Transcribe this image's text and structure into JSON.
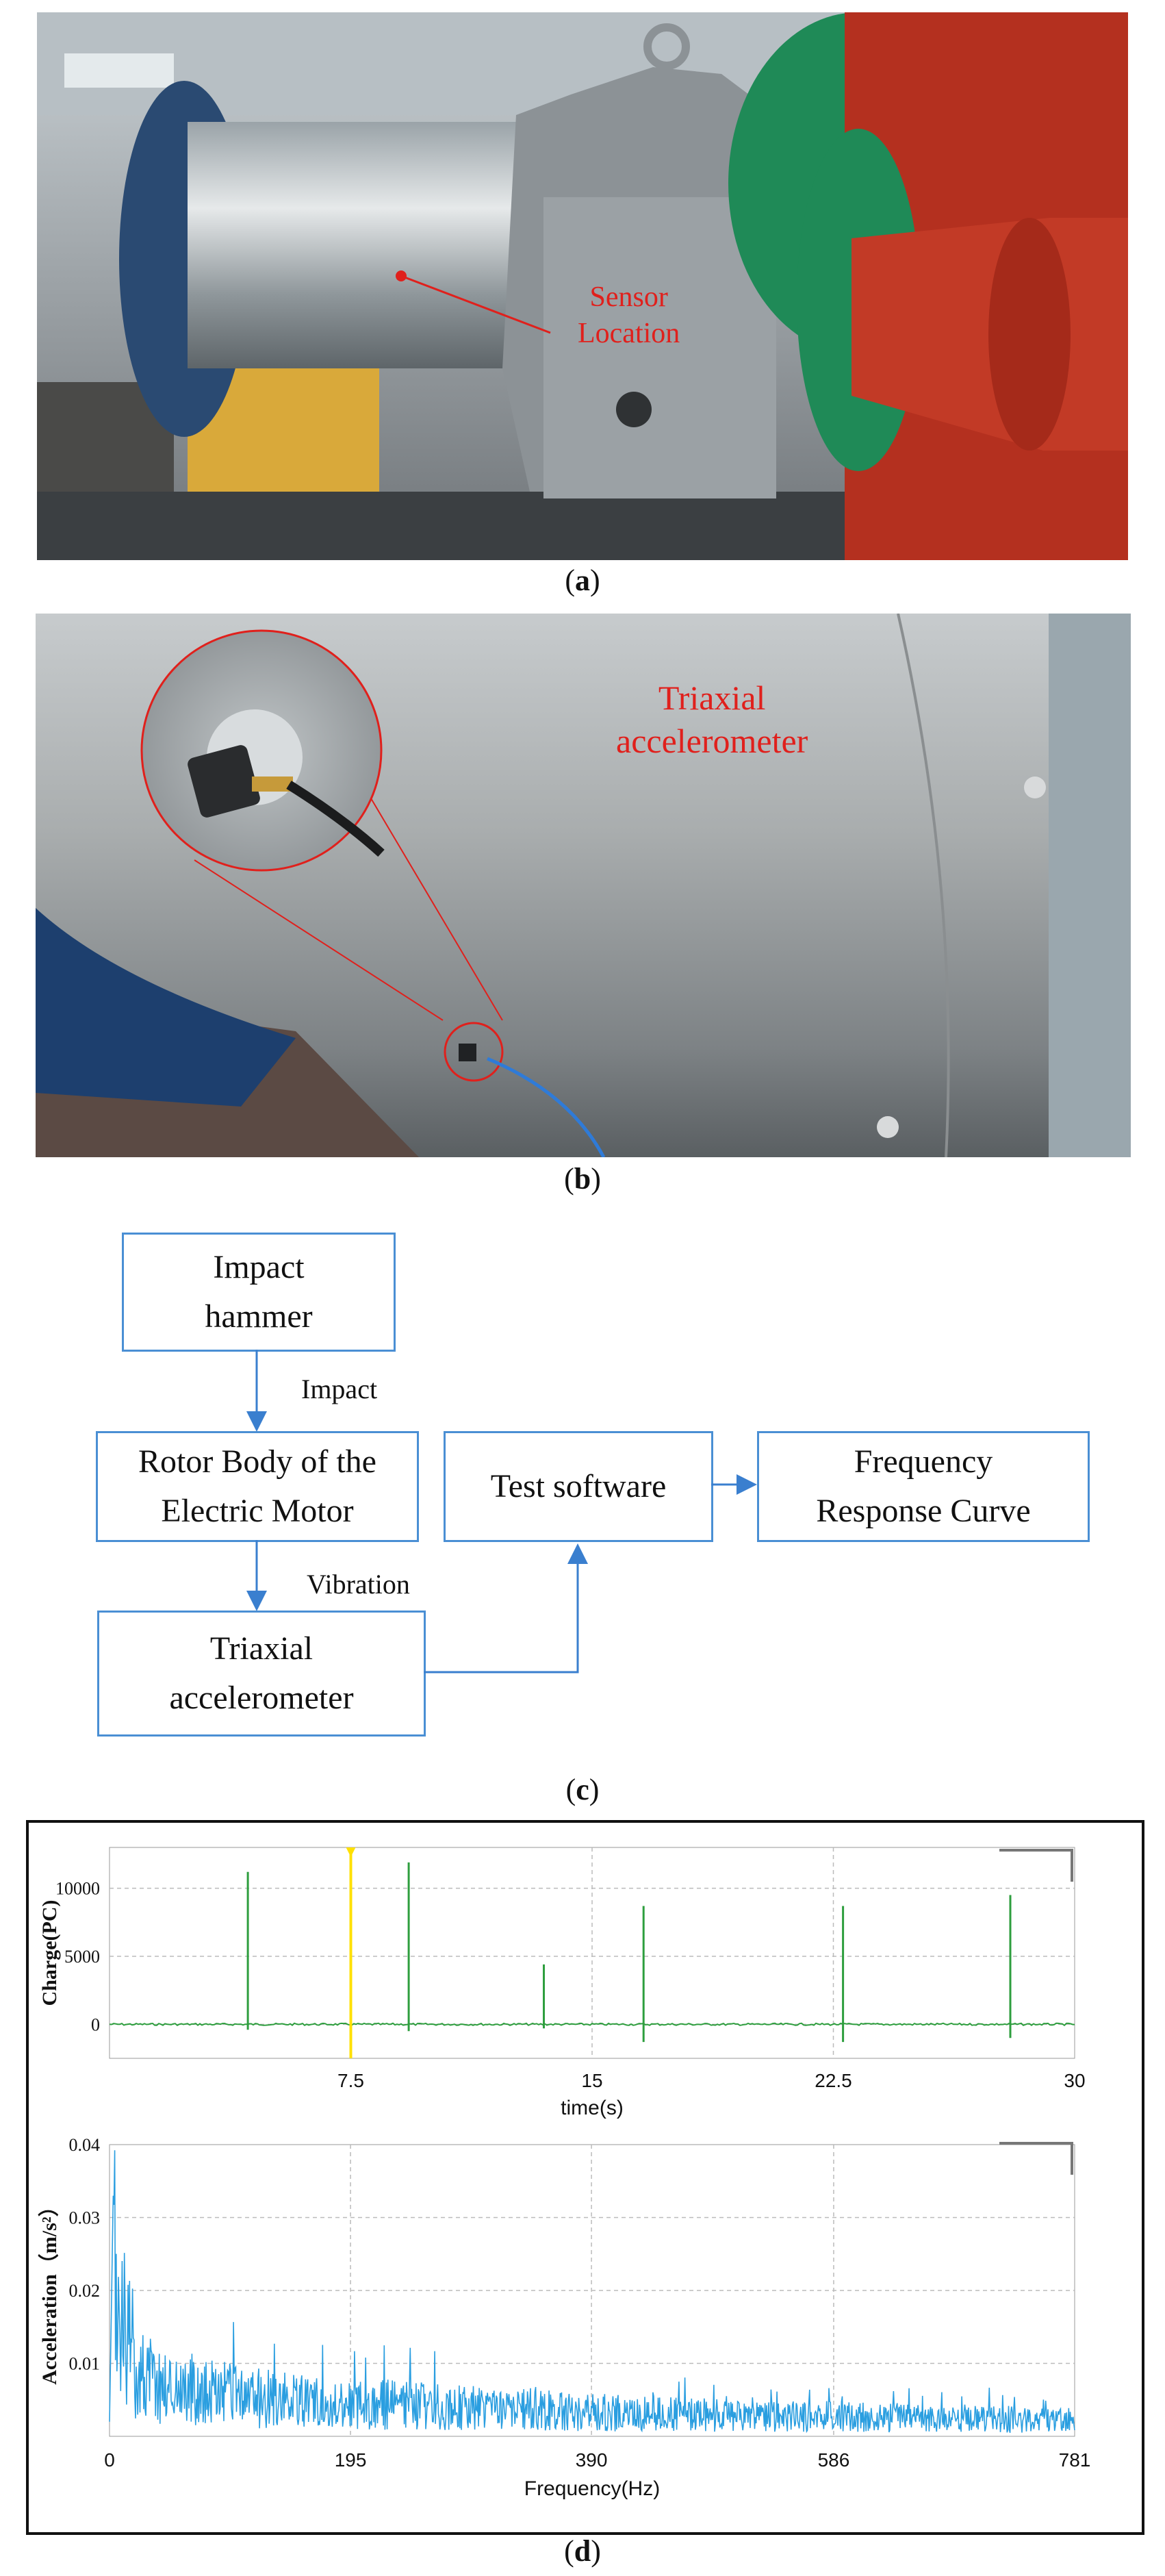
{
  "panel_a": {
    "annotation": [
      "Sensor",
      "Location"
    ],
    "caption": {
      "open": "(",
      "letter": "a",
      "close": ")"
    }
  },
  "panel_b": {
    "annotation": [
      "Triaxial",
      "accelerometer"
    ],
    "caption": {
      "open": "(",
      "letter": "b",
      "close": ")"
    }
  },
  "panel_c": {
    "boxes": {
      "hammer": [
        "Impact",
        "hammer"
      ],
      "rotor": [
        "Rotor Body of the",
        "Electric Motor"
      ],
      "accelerometer": [
        "Triaxial",
        "accelerometer"
      ],
      "software": [
        "Test software"
      ],
      "frf": [
        "Frequency",
        "Response Curve"
      ]
    },
    "edge_labels": {
      "impact": "Impact",
      "vibration": "Vibration"
    },
    "colors": {
      "box_border": "#4a8fd4",
      "arrow": "#3a7fcf"
    },
    "caption": {
      "open": "(",
      "letter": "c",
      "close": ")"
    }
  },
  "panel_d": {
    "caption": {
      "open": "(",
      "letter": "d",
      "close": ")"
    },
    "colors": {
      "charge_line": "#2e9e3e",
      "accel_line": "#2a9ee0",
      "cursor": "#ffe000",
      "grid": "#bbbbbb"
    }
  },
  "chart_data": [
    {
      "type": "line",
      "ylabel": "Charge(PC)",
      "xlabel": "time(s)",
      "x_ticks": [
        "7.5",
        "15",
        "22.5",
        "30"
      ],
      "y_ticks": [
        "0",
        "5000",
        "10000"
      ],
      "xlim": [
        0,
        30
      ],
      "ylim": [
        -2500,
        13000
      ],
      "cursor_x": 7.5,
      "impacts": [
        {
          "x": 4.3,
          "peak": 11200,
          "trough": -400
        },
        {
          "x": 9.3,
          "peak": 11900,
          "trough": -500
        },
        {
          "x": 13.5,
          "peak": 4400,
          "trough": -300
        },
        {
          "x": 16.6,
          "peak": 8700,
          "trough": -1300
        },
        {
          "x": 22.8,
          "peak": 8700,
          "trough": -1300
        },
        {
          "x": 28.0,
          "peak": 9500,
          "trough": -1000
        }
      ]
    },
    {
      "type": "line",
      "ylabel": "Acceleration（m/s²）",
      "xlabel": "Frequency(Hz)",
      "x_ticks": [
        "0",
        "195",
        "390",
        "586",
        "781"
      ],
      "y_ticks": [
        "0.01",
        "0.02",
        "0.03",
        "0.04"
      ],
      "xlim": [
        0,
        781
      ],
      "ylim": [
        0,
        0.04
      ],
      "envelope": [
        [
          0,
          0.002
        ],
        [
          3,
          0.033
        ],
        [
          8,
          0.022
        ],
        [
          15,
          0.018
        ],
        [
          25,
          0.012
        ],
        [
          40,
          0.01
        ],
        [
          60,
          0.009
        ],
        [
          90,
          0.008
        ],
        [
          130,
          0.007
        ],
        [
          180,
          0.006
        ],
        [
          230,
          0.006
        ],
        [
          280,
          0.0055
        ],
        [
          340,
          0.005
        ],
        [
          400,
          0.0045
        ],
        [
          480,
          0.004
        ],
        [
          560,
          0.0038
        ],
        [
          640,
          0.0035
        ],
        [
          720,
          0.0033
        ],
        [
          781,
          0.003
        ]
      ]
    }
  ]
}
